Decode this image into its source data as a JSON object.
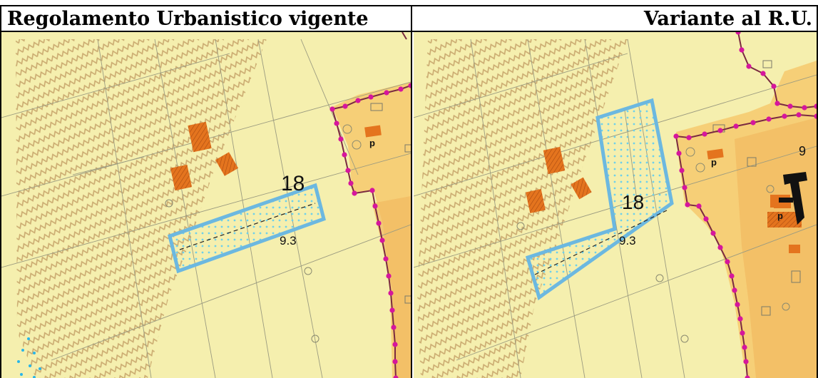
{
  "header": {
    "left_title": "Regolamento Urbanistico vigente",
    "right_title": "Variante al R.U."
  },
  "maps": {
    "left": {
      "area_number": "18",
      "spot_height": "9.3",
      "building_labels": [
        "p"
      ]
    },
    "right": {
      "area_number": "18",
      "spot_height": "9.3",
      "building_labels": [
        "p",
        "p"
      ],
      "edge_number": "9"
    }
  },
  "colors": {
    "background": "#f5efae",
    "urban_zone": "#f6cf77",
    "urban_zone_dark": "#f2b961",
    "hatch_band": "#d7bd8f",
    "area_outline": "#6cb8e0",
    "area_fill_dots": "#6fd0ea",
    "boundary_dots": "#d6169c",
    "boundary_line": "#7a2a40",
    "buildings": "#e4741e"
  }
}
